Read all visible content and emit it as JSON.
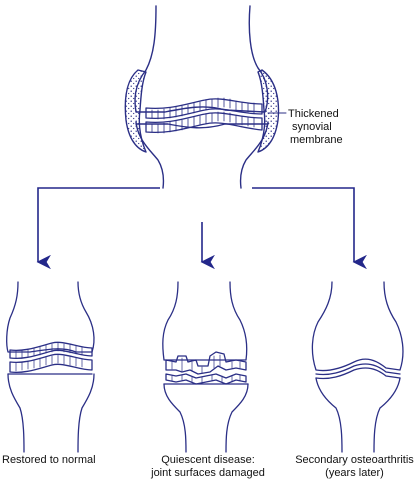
{
  "colors": {
    "stroke": "#2b2f86",
    "arrow": "#23278a",
    "text": "#111111",
    "background": "#ffffff"
  },
  "top_joint": {
    "callout_line1": "Thickened",
    "callout_line2": "synovial",
    "callout_line3": "membrane"
  },
  "outcomes": {
    "left": {
      "line1": "Restored to normal"
    },
    "middle": {
      "line1": "Quiescent disease:",
      "line2": "joint surfaces damaged"
    },
    "right": {
      "line1": "Secondary osteoarthritis",
      "line2": "(years later)"
    }
  }
}
